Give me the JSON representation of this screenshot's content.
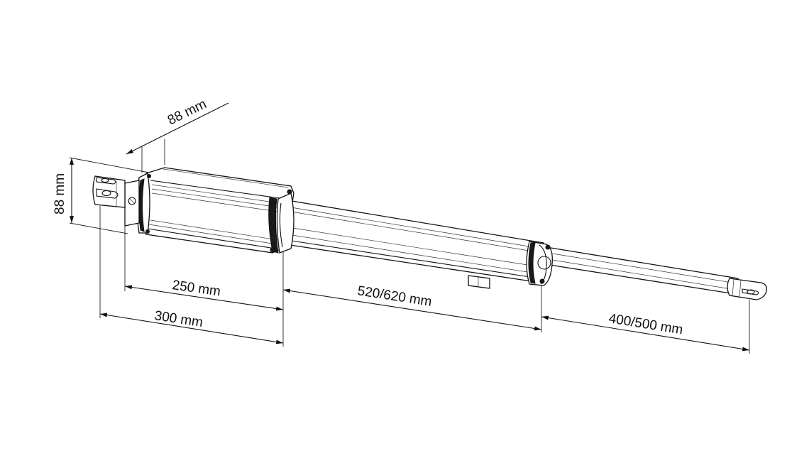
{
  "diagram": {
    "dimensions": {
      "width_top": "88 mm",
      "height_left": "88 mm",
      "motor_length": "250 mm",
      "total_body": "300 mm",
      "tube_length": "520/620 mm",
      "stroke": "400/500 mm"
    },
    "colors": {
      "line": "#111111",
      "background": "#ffffff"
    }
  }
}
